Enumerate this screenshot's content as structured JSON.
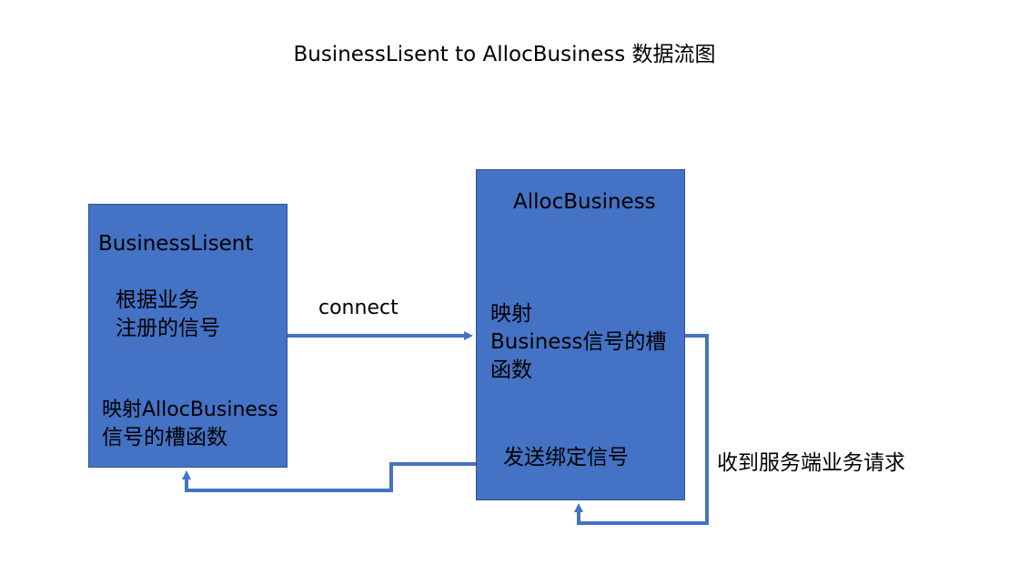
{
  "title": "BusinessLisent to AllocBusiness 数据流图",
  "left_box": {
    "name": "BusinessLisent",
    "line1": "根据业务",
    "line2": "注册的信号",
    "line3": "映射AllocBusiness",
    "line4": "信号的槽函数"
  },
  "right_box": {
    "name": "AllocBusiness",
    "line1": "映射",
    "line2": "Business信号的槽",
    "line3": "函数",
    "line4": "发送绑定信号"
  },
  "edge_labels": {
    "connect": "connect",
    "request": "收到服务端业务请求"
  },
  "colors": {
    "box_fill": "#4472c4",
    "box_border": "#2f528f",
    "arrow": "#4472c4"
  }
}
